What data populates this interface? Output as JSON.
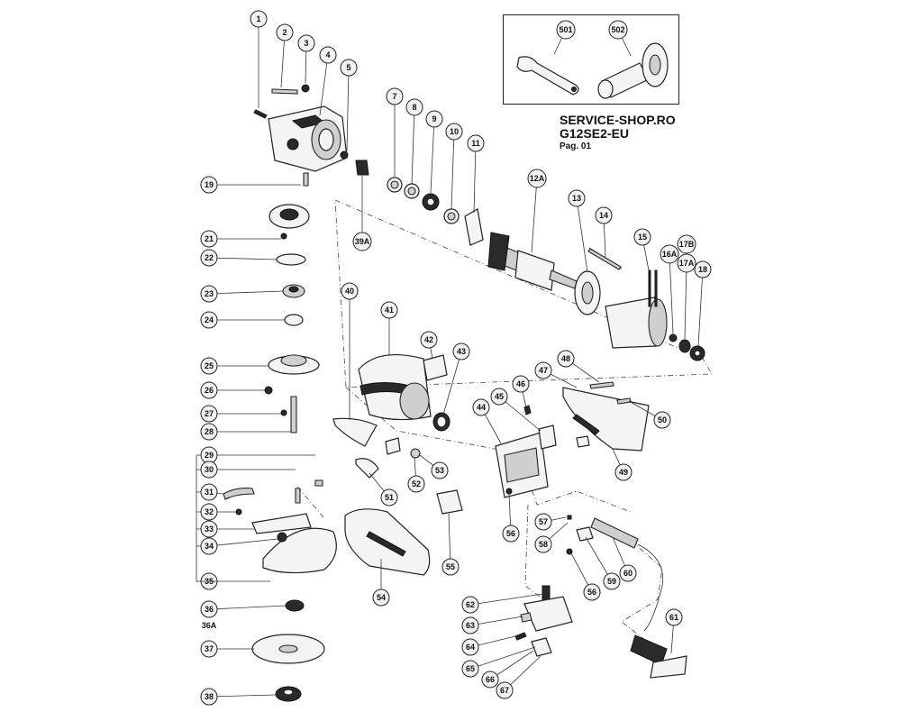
{
  "header": {
    "shop": "SERVICE-SHOP.RO",
    "model": "G12SE2-EU",
    "page": "Pag. 01"
  },
  "accessory_box_labels": [
    "501",
    "502"
  ],
  "part_labels": [
    "1",
    "2",
    "3",
    "4",
    "5",
    "7",
    "8",
    "9",
    "10",
    "11",
    "12A",
    "13",
    "14",
    "15",
    "16A",
    "17B",
    "17A",
    "18",
    "19",
    "39A",
    "21",
    "22",
    "23",
    "24",
    "25",
    "26",
    "27",
    "28",
    "29",
    "30",
    "31",
    "32",
    "33",
    "34",
    "35",
    "36",
    "36A",
    "37",
    "38",
    "40",
    "41",
    "42",
    "43",
    "44",
    "45",
    "46",
    "47",
    "48",
    "49",
    "50",
    "51",
    "52",
    "53",
    "54",
    "55",
    "56",
    "57",
    "58",
    "59",
    "60",
    "61",
    "62",
    "63",
    "64",
    "65",
    "66",
    "67"
  ],
  "colors": {
    "line": "#222222",
    "bubble_fill": "#f2f2f2",
    "part_fill": "#f4f4f4",
    "dark": "#2a2a2a"
  }
}
